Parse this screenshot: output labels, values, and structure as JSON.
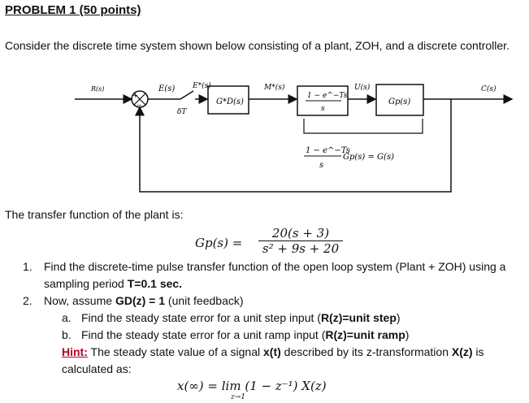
{
  "title": "PROBLEM 1 (50 points)",
  "intro": "Consider the discrete time system shown below consisting of a plant, ZOH, and a discrete controller.",
  "diagram": {
    "input_label": "R(s)",
    "error_label": "E(s)",
    "sampled_error_label": "E*(s)",
    "sampler_label": "δT",
    "controller_label": "G*D(s)",
    "controller_output_label": "M*(s)",
    "zoh_num": "1 − e^−Ts",
    "zoh_den": "s",
    "plant_input_label": "U(s)",
    "plant_label": "Gp(s)",
    "output_label": "C(s)",
    "combined_num": "1 − e^−Ts",
    "combined_den": "s",
    "combined_rest": "Gp(s) = G(s)"
  },
  "plant_intro": "The transfer function of the plant is:",
  "tf": {
    "lhs": "Gp(s) =",
    "num": "20(s + 3)",
    "den": "s² + 9s + 20"
  },
  "items": {
    "q1_num": "1.",
    "q1_text": "Find the discrete-time pulse transfer function of the open loop system (Plant + ZOH) using a",
    "q1_text2": "sampling period ",
    "q1_bold": "T=0.1 sec.",
    "q2_num": "2.",
    "q2_text": "Now, assume ",
    "q2_bold": "GD(z) = 1",
    "q2_rest": " (unit feedback)",
    "a_label": "a.",
    "a_text": "Find the steady state error for a unit step input (",
    "a_bold": "R(z)=unit step",
    "a_close": ")",
    "b_label": "b.",
    "b_text": "Find the steady state error for a unit ramp input (",
    "b_bold": "R(z)=unit ramp",
    "b_close": ")",
    "hint_label": "Hint:",
    "hint_text": " The steady state value of a signal ",
    "hint_x": "x(t)",
    "hint_text2": " described by its z-transformation ",
    "hint_X": "X(z)",
    "hint_text3": " is",
    "hint_line2": "calculated as:"
  },
  "formula": {
    "lhs": "x(∞) = lim (1 − z⁻¹) X(z)",
    "sub": "z→1"
  }
}
